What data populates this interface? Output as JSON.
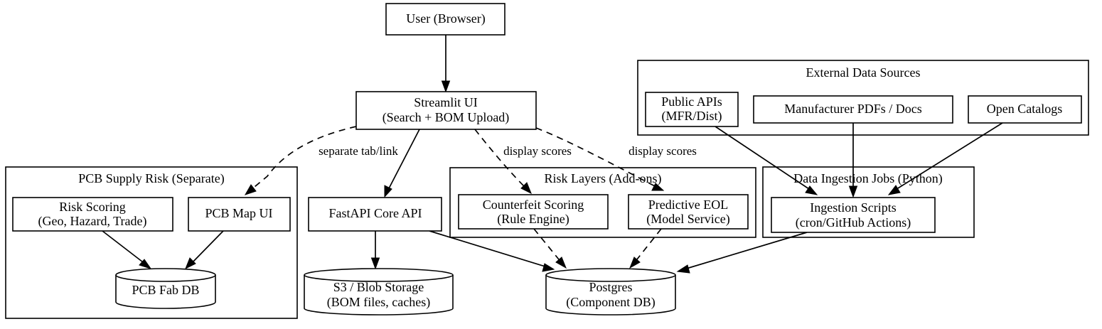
{
  "diagram": {
    "type": "architecture-flowchart",
    "background": "#ffffff",
    "stroke_color": "#000000",
    "nodes": {
      "user": {
        "label": "User (Browser)"
      },
      "streamlit_line1": {
        "label": "Streamlit UI"
      },
      "streamlit_line2": {
        "label": "(Search + BOM Upload)"
      },
      "risk_scoring_line1": {
        "label": "Risk Scoring"
      },
      "risk_scoring_line2": {
        "label": "(Geo, Hazard, Trade)"
      },
      "pcb_map_ui": {
        "label": "PCB Map UI"
      },
      "pcb_fab_db": {
        "label": "PCB Fab DB"
      },
      "fastapi": {
        "label": "FastAPI Core API"
      },
      "s3_line1": {
        "label": "S3 / Blob Storage"
      },
      "s3_line2": {
        "label": "(BOM files, caches)"
      },
      "counterfeit_line1": {
        "label": "Counterfeit Scoring"
      },
      "counterfeit_line2": {
        "label": "(Rule Engine)"
      },
      "predictive_line1": {
        "label": "Predictive EOL"
      },
      "predictive_line2": {
        "label": "(Model Service)"
      },
      "postgres_line1": {
        "label": "Postgres"
      },
      "postgres_line2": {
        "label": "(Component DB)"
      },
      "public_apis_line1": {
        "label": "Public APIs"
      },
      "public_apis_line2": {
        "label": "(MFR/Dist)"
      },
      "manufacturer_pdfs": {
        "label": "Manufacturer PDFs / Docs"
      },
      "open_catalogs": {
        "label": "Open Catalogs"
      },
      "ingestion_line1": {
        "label": "Ingestion Scripts"
      },
      "ingestion_line2": {
        "label": "(cron/GitHub Actions)"
      }
    },
    "clusters": {
      "pcb_supply_risk": {
        "label": "PCB Supply Risk (Separate)"
      },
      "risk_layers": {
        "label": "Risk Layers (Add-ons)"
      },
      "data_ingestion": {
        "label": "Data Ingestion Jobs (Python)"
      },
      "external_data_sources": {
        "label": "External Data Sources"
      }
    },
    "edge_labels": {
      "separate_tab_link": {
        "label": "separate tab/link"
      },
      "display_scores_1": {
        "label": "display scores"
      },
      "display_scores_2": {
        "label": "display scores"
      }
    }
  }
}
